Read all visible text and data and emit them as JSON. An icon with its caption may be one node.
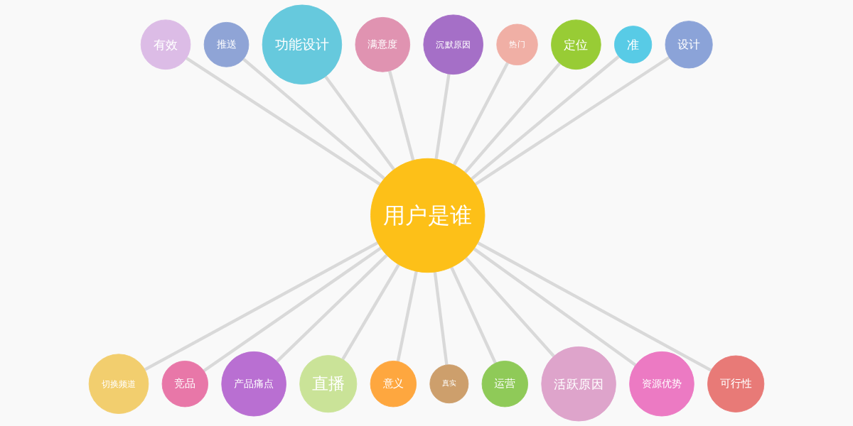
{
  "diagram": {
    "nodes": [
      {
        "text": [
          "用户是谁"
        ]
      },
      {
        "text": [
          "有效"
        ]
      },
      {
        "text": [
          "推送"
        ]
      },
      {
        "text": [
          "功能设计"
        ]
      },
      {
        "text": [
          "满意度"
        ]
      },
      {
        "text": [
          "沉默原因"
        ]
      },
      {
        "text": [
          "热门"
        ]
      },
      {
        "text": [
          "定位"
        ]
      },
      {
        "text": [
          "准"
        ]
      },
      {
        "text": [
          "设计"
        ]
      },
      {
        "text": [
          "切换频道"
        ]
      },
      {
        "text": [
          "竞品"
        ]
      },
      {
        "text": [
          "产品痛点"
        ]
      },
      {
        "text": [
          "直播"
        ]
      },
      {
        "text": [
          "意义"
        ]
      },
      {
        "text": [
          "真实"
        ]
      },
      {
        "text": [
          "运营"
        ]
      },
      {
        "text": [
          "活跃原因"
        ]
      },
      {
        "text": [
          "资源优势"
        ]
      },
      {
        "text": [
          "可行性"
        ]
      }
    ],
    "edges": [
      {
        "from": 1,
        "to": 0,
        "arrow": "none"
      },
      {
        "from": 2,
        "to": 0,
        "arrow": "none"
      },
      {
        "from": 3,
        "to": 0,
        "arrow": "none"
      },
      {
        "from": 4,
        "to": 0,
        "arrow": "none"
      },
      {
        "from": 5,
        "to": 0,
        "arrow": "none"
      },
      {
        "from": 6,
        "to": 0,
        "arrow": "none"
      },
      {
        "from": 7,
        "to": 0,
        "arrow": "none"
      },
      {
        "from": 8,
        "to": 0,
        "arrow": "none"
      },
      {
        "from": 9,
        "to": 0,
        "arrow": "none"
      },
      {
        "from": 0,
        "to": 10,
        "arrow": "none"
      },
      {
        "from": 0,
        "to": 11,
        "arrow": "none"
      },
      {
        "from": 0,
        "to": 12,
        "arrow": "none"
      },
      {
        "from": 0,
        "to": 13,
        "arrow": "none"
      },
      {
        "from": 0,
        "to": 14,
        "arrow": "none"
      },
      {
        "from": 0,
        "to": 15,
        "arrow": "none"
      },
      {
        "from": 0,
        "to": 16,
        "arrow": "none"
      },
      {
        "from": 0,
        "to": 17,
        "arrow": "none"
      },
      {
        "from": 0,
        "to": 18,
        "arrow": "none"
      },
      {
        "from": 0,
        "to": 19,
        "arrow": "none"
      }
    ]
  }
}
